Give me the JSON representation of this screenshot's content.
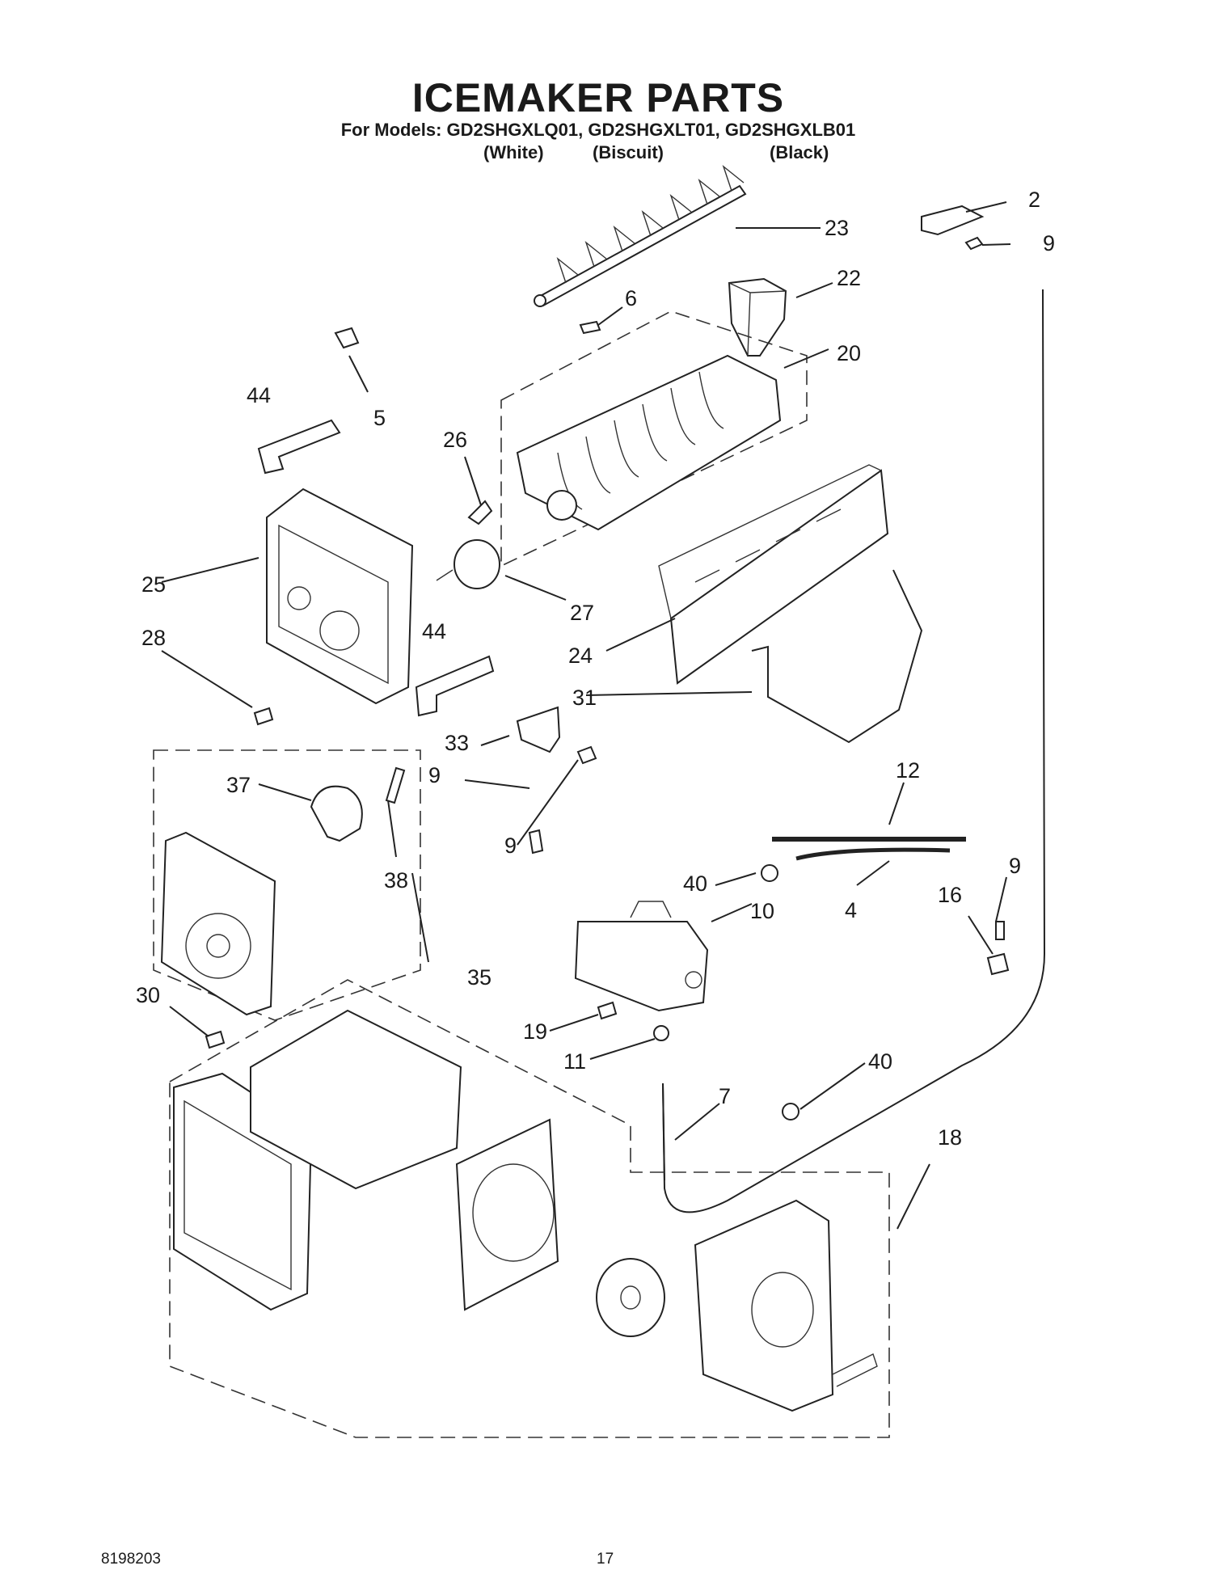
{
  "header": {
    "title": "ICEMAKER PARTS",
    "models": "For Models: GD2SHGXLQ01, GD2SHGXLT01, GD2SHGXLB01",
    "color_white": "(White)",
    "color_biscuit": "(Biscuit)",
    "color_black": "(Black)"
  },
  "callouts": {
    "c2": "2",
    "c9a": "9",
    "c23": "23",
    "c22": "22",
    "c6": "6",
    "c20": "20",
    "c44a": "44",
    "c5": "5",
    "c26": "26",
    "c25": "25",
    "c27": "27",
    "c24": "24",
    "c28": "28",
    "c44b": "44",
    "c31": "31",
    "c33": "33",
    "c9b": "9",
    "c12": "12",
    "c37": "37",
    "c9c": "9",
    "c38": "38",
    "c40a": "40",
    "c10": "10",
    "c4": "4",
    "c9d": "9",
    "c16": "16",
    "c30": "30",
    "c35": "35",
    "c19": "19",
    "c11": "11",
    "c40b": "40",
    "c7": "7",
    "c18": "18"
  },
  "footer": {
    "doc_number": "8198203",
    "page_number": "17"
  }
}
